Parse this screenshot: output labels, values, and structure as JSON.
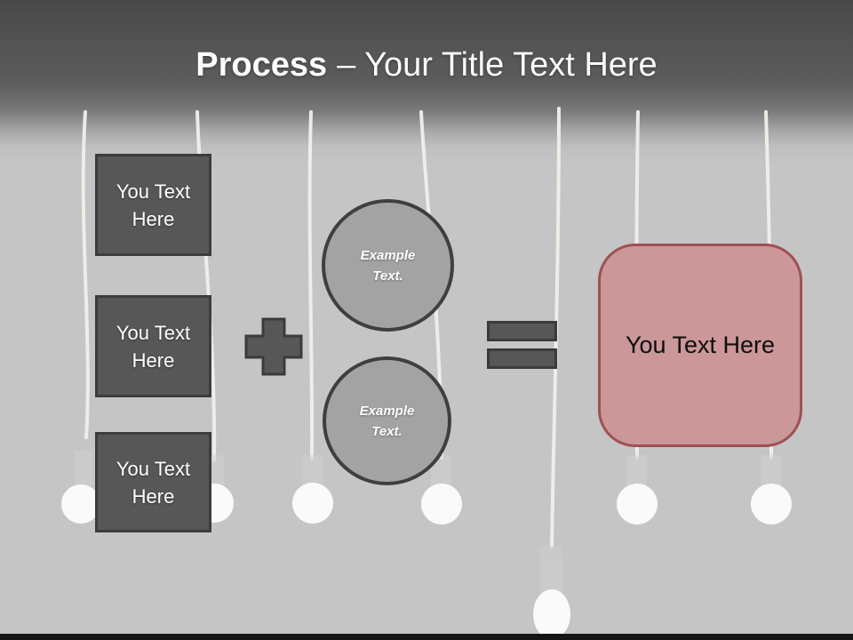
{
  "slide": {
    "title": {
      "emphasis": "Process",
      "rest": "– Your Title Text Here"
    },
    "input_boxes": [
      {
        "line1": "You Text",
        "line2": "Here"
      },
      {
        "line1": "You Text",
        "line2": "Here"
      },
      {
        "line1": "You Text",
        "line2": "Here"
      }
    ],
    "operators": {
      "first": "plus",
      "second": "equals"
    },
    "example_circles": [
      {
        "line1": "Example",
        "line2": "Text."
      },
      {
        "line1": "Example",
        "line2": "Text."
      }
    ],
    "result_box": {
      "label": "You Text Here"
    },
    "colors": {
      "header_dark": "#484848",
      "body_background": "#c5c5c5",
      "box_fill": "#575757",
      "box_border": "#3c3c3c",
      "circle_fill": "#a3a3a3",
      "circle_border": "#3f3f3f",
      "result_fill": "#cb9798",
      "result_border": "#9e5152",
      "text_light": "#ffffff",
      "text_dark": "#0d0d0d",
      "cord": "#f2efe9",
      "bulb": "#fafafa",
      "bottom_bar": "#151515"
    }
  }
}
